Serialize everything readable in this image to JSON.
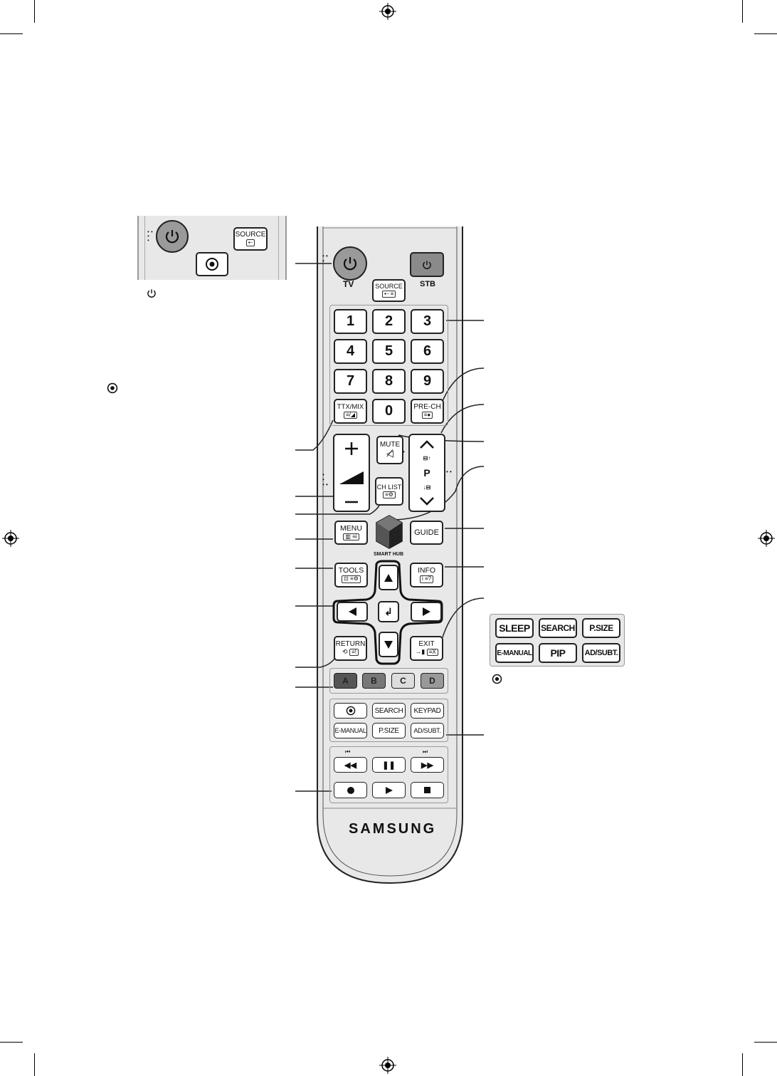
{
  "remote": {
    "brand": "SAMSUNG",
    "tv_label": "TV",
    "stb_label": "STB",
    "source_label": "SOURCE",
    "numbers": [
      "1",
      "2",
      "3",
      "4",
      "5",
      "6",
      "7",
      "8",
      "9",
      "0"
    ],
    "ttx_mix_label": "TTX/MIX",
    "pre_ch_label": "PRE-CH",
    "mute_label": "MUTE",
    "p_label": "P",
    "ch_list_label": "CH LIST",
    "menu_label": "MENU",
    "guide_label": "GUIDE",
    "smart_hub_label": "SMART HUB",
    "tools_label": "TOOLS",
    "info_label": "INFO",
    "return_label": "RETURN",
    "exit_label": "EXIT",
    "color_buttons": [
      "A",
      "B",
      "C",
      "D"
    ],
    "search_label": "SEARCH",
    "keypad_label": "KEYPAD",
    "emanual_label": "E-MANUAL",
    "psize_label": "P.SIZE",
    "adsubt_label": "AD/SUBT."
  },
  "inset_top": {
    "source_label": "SOURCE"
  },
  "inset_right": {
    "buttons": [
      "SLEEP",
      "SEARCH",
      "P.SIZE",
      "E-MANUAL",
      "PIP",
      "AD/SUBT."
    ]
  },
  "colors": {
    "remote_body": "#e8e8e8",
    "power_tv": "#9a9a9a",
    "power_stb": "#8a8a8a",
    "color_a": "#555555",
    "color_b": "#777777",
    "color_c": "#dddddd",
    "color_d": "#999999"
  },
  "icons": [
    "power-icon",
    "source-icon",
    "smart-hub-icon",
    "mute-icon",
    "volume-up-icon",
    "volume-down-icon",
    "channel-up-icon",
    "channel-down-icon",
    "arrow-up-icon",
    "arrow-down-icon",
    "arrow-left-icon",
    "arrow-right-icon",
    "enter-icon",
    "return-icon",
    "rewind-icon",
    "pause-icon",
    "fast-forward-icon",
    "record-icon",
    "play-icon",
    "stop-icon",
    "registration-mark-icon"
  ]
}
